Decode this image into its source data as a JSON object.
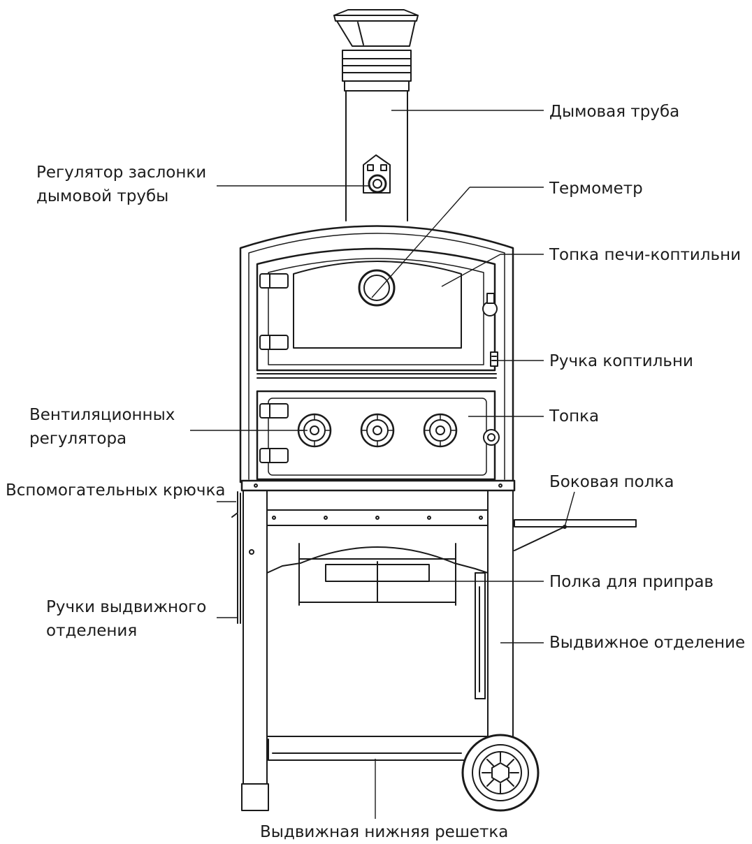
{
  "diagram": {
    "labels": {
      "chimney": "Дымовая труба",
      "damper": [
        "Регулятор заслонки",
        "дымовой трубы"
      ],
      "thermometer": "Термометр",
      "smoker_firebox": "Топка печи-коптильни",
      "smoker_handle": "Ручка коптильни",
      "firebox": "Топка",
      "vent_regulators": [
        "Вентиляционных",
        "регулятора"
      ],
      "aux_hooks": "Вспомогательных крючка",
      "side_shelf": "Боковая полка",
      "spice_shelf": "Полка для приправ",
      "drawer_handles": [
        "Ручки выдвижного",
        "отделения"
      ],
      "drawer": "Выдвижное отделение",
      "bottom_grate": "Выдвижная нижняя решетка"
    },
    "colors": {
      "line": "#1a1a1a",
      "text": "#1c1c1c",
      "background": "#ffffff"
    }
  }
}
